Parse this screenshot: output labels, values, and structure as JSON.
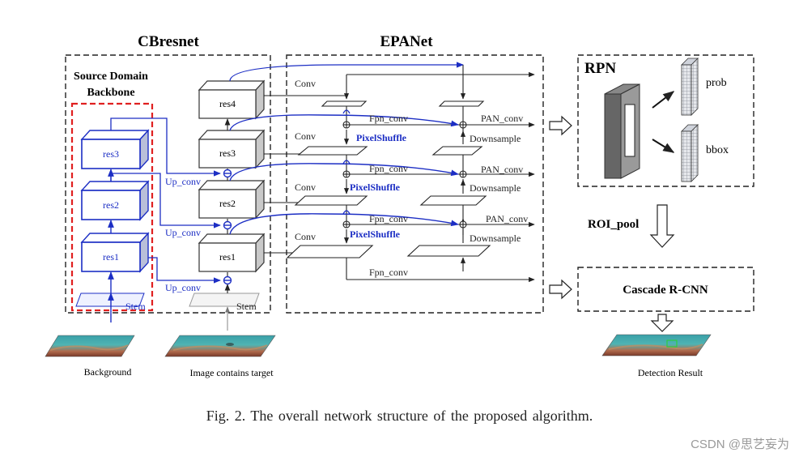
{
  "sections": {
    "cbresnet": "CBresnet",
    "epanet": "EPANet",
    "rpn": "RPN",
    "cascade": "Cascade  R-CNN"
  },
  "source_backbone": {
    "line1": "Source Domain",
    "line2": "Backbone"
  },
  "blue_blocks": [
    "res3",
    "res2",
    "res1"
  ],
  "gray_blocks": [
    "res4",
    "res3",
    "res2",
    "res1"
  ],
  "stem_labels": {
    "source": "Stem",
    "target": "Stem"
  },
  "up_conv": "Up_conv",
  "epanet_labels": {
    "conv": "Conv",
    "fpn_conv": "Fpn_conv",
    "pan_conv": "PAN_conv",
    "pixel_shuffle": "PixelShuffle",
    "downsample": "Downsample"
  },
  "rpn_outputs": {
    "prob": "prob",
    "bbox": "bbox"
  },
  "roi_pool": "ROI_pool",
  "images": {
    "background": "Background",
    "target": "Image contains target",
    "result": "Detection Result"
  },
  "caption": "Fig. 2.   The overall network structure of the proposed algorithm.",
  "watermark": "CSDN @思艺妄为",
  "colors": {
    "blue": "#1c2ec4",
    "red": "#e02020",
    "dark": "#222222",
    "gray_line": "#9a9a9a"
  }
}
